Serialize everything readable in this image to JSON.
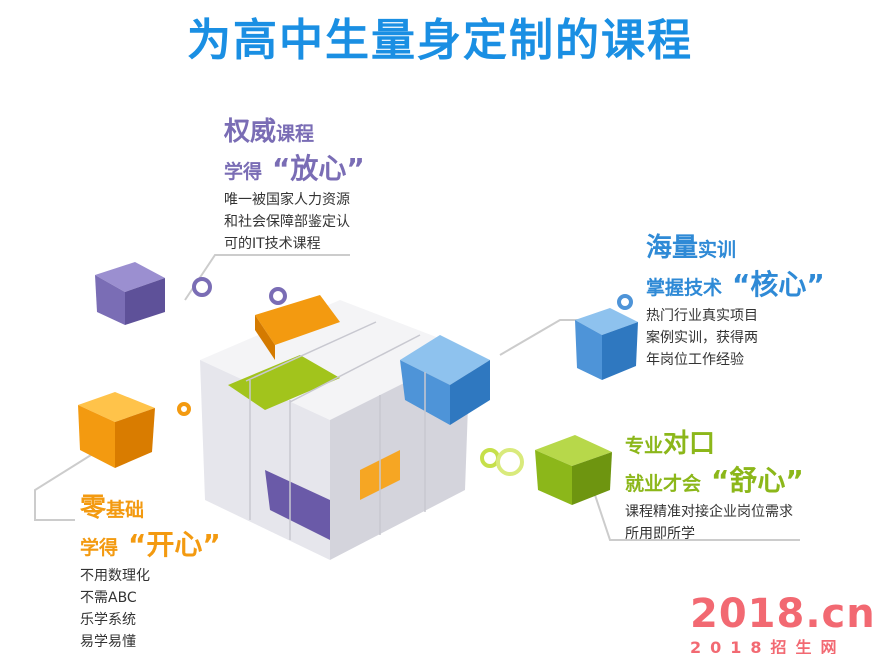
{
  "title": "为高中生量身定制的课程",
  "colors": {
    "title": "#1a8fe3",
    "purple": "#7a6db5",
    "blue": "#2f8ad6",
    "orange": "#f39a10",
    "green": "#8cb71a"
  },
  "sections": [
    {
      "h1_big": "权威",
      "h1_small": "课程",
      "h2_pre": "学得",
      "h2_quote": "“放心”",
      "lines": [
        "唯一被国家人力资源",
        "和社会保障部鉴定认",
        "可的IT技术课程"
      ]
    },
    {
      "h1_big": "海量",
      "h1_small": "实训",
      "h2_pre": "掌握技术",
      "h2_quote": "“核心”",
      "lines": [
        "热门行业真实项目",
        "案例实训，获得两",
        "年岗位工作经验"
      ]
    },
    {
      "h1_big": "零",
      "h1_small": "基础",
      "h2_pre": "学得",
      "h2_quote": "“开心”",
      "lines": [
        "不用数理化",
        "不需ABC",
        "乐学系统",
        "易学易懂"
      ]
    },
    {
      "h1_big": "对口",
      "h1_small": "专业",
      "h2_pre": "就业才会",
      "h2_quote": "“舒心”",
      "lines": [
        "课程精准对接企业岗位需求",
        "所用即所学"
      ]
    }
  ],
  "watermark": {
    "big": "2018.cn",
    "small": "2018招生网"
  }
}
